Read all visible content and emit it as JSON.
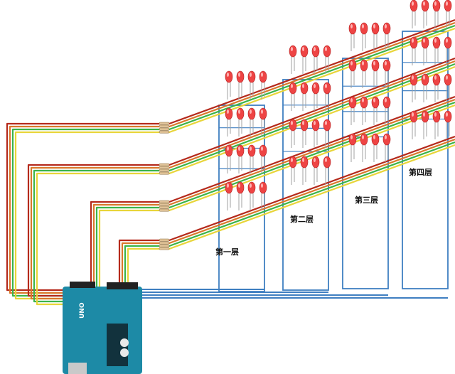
{
  "diagram": {
    "layer_labels": [
      "第一层",
      "第二层",
      "第三层",
      "第四层"
    ],
    "board": {
      "brand_text": "UNO"
    },
    "colors": {
      "wire_red": "#b52a1c",
      "wire_orange": "#d9792b",
      "wire_green": "#3cb44b",
      "wire_yellow": "#e8d53a",
      "wire_blue": "#3f7fc1",
      "led_red": "#ee4444",
      "led_highlight": "#ffb3b3",
      "led_leg": "#a0a0a0",
      "board": "#1d8aa6",
      "board_dark": "#0f5d73",
      "resistor": "#e1c49a"
    }
  }
}
